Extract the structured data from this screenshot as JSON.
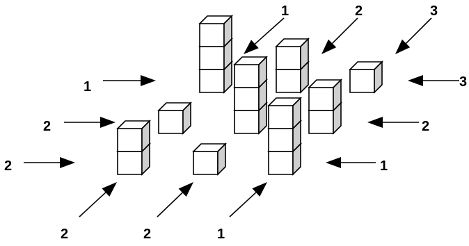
{
  "labels": {
    "top_1": "1",
    "top_2": "2",
    "top_3": "3",
    "left_1": "1",
    "left_2_upper": "2",
    "left_2_lower": "2",
    "right_3": "3",
    "right_2": "2",
    "right_1": "1",
    "bottom_2_left": "2",
    "bottom_2_mid": "2",
    "bottom_1": "1"
  }
}
